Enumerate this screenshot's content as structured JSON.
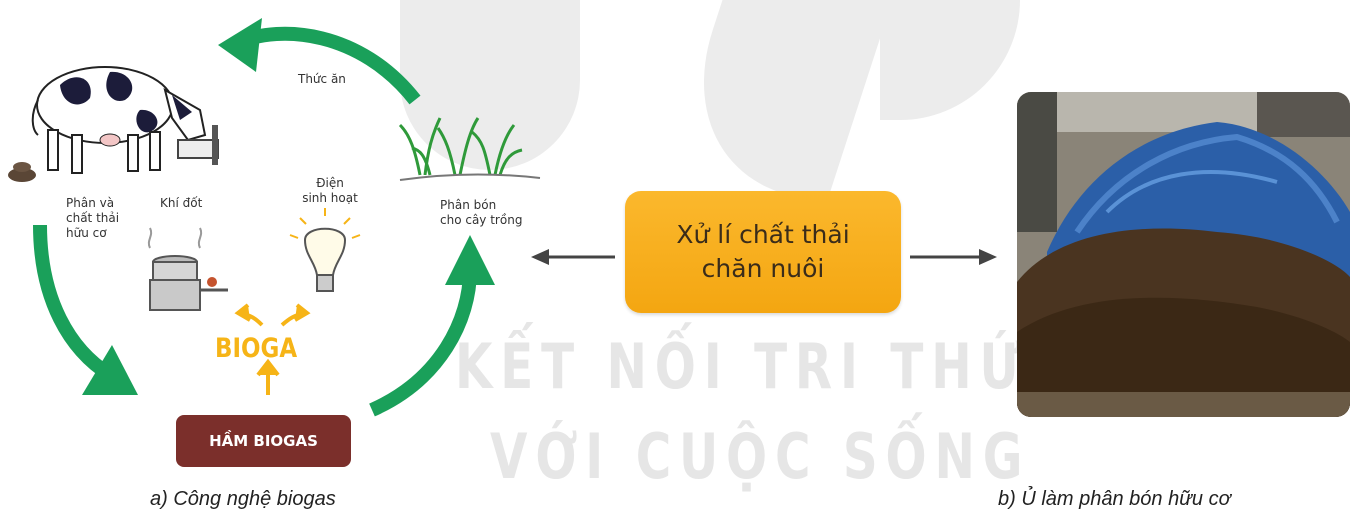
{
  "cycle": {
    "feed_label": "Thức ăn",
    "manure_label": [
      "Phân và",
      "chất thải",
      "hữu cơ"
    ],
    "gas_label": "Khí đốt",
    "electricity_label": [
      "Điện",
      "sinh hoạt"
    ],
    "fertilizer_label": [
      "Phân bón",
      "cho cây trồng"
    ],
    "bioga_label": "BIOGA",
    "digester_label": "HẦM BIOGAS"
  },
  "center_box": {
    "line1": "Xử lí chất thải",
    "line2": "chăn nuôi"
  },
  "watermark": {
    "line1": "KẾT NỐI TRI THỨC",
    "line2": "VỚI CUỘC SỐNG"
  },
  "captions": {
    "left": "a) Công nghệ biogas",
    "right": "b) Ủ làm phân bón hữu cơ"
  },
  "colors": {
    "cycle_arrow": "#1aa05a",
    "center_box": "#f6ab1a",
    "digester_box": "#7b2f2b",
    "bioga_text": "#f6b417",
    "tarp": "#2b5fa8"
  }
}
